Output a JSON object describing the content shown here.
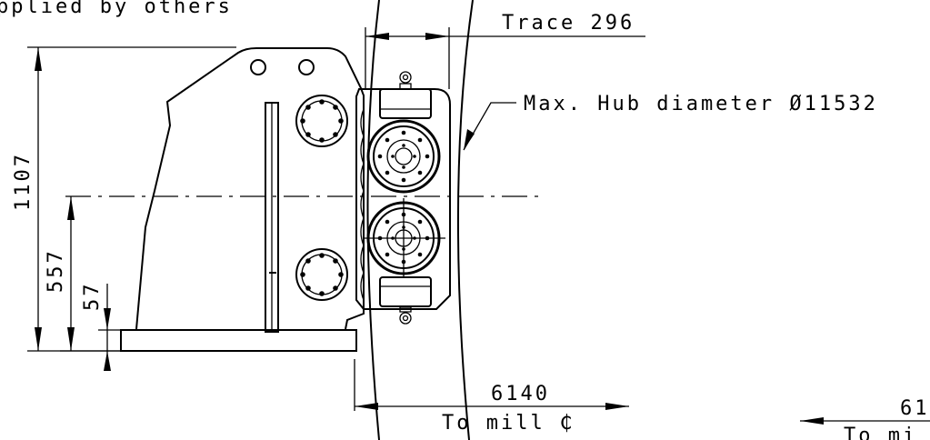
{
  "drawing": {
    "top_note": "pplied by others",
    "trace_label": "Trace 296",
    "hub_label": "Max. Hub diameter Ø11532",
    "dim_height_total": "1107",
    "dim_height_centre": "557",
    "dim_height_base": "57",
    "dim_to_mill_value": "6140",
    "dim_to_mill_label": "To mill ₵",
    "dim_right_value": "61",
    "dim_right_label": "To mi"
  }
}
